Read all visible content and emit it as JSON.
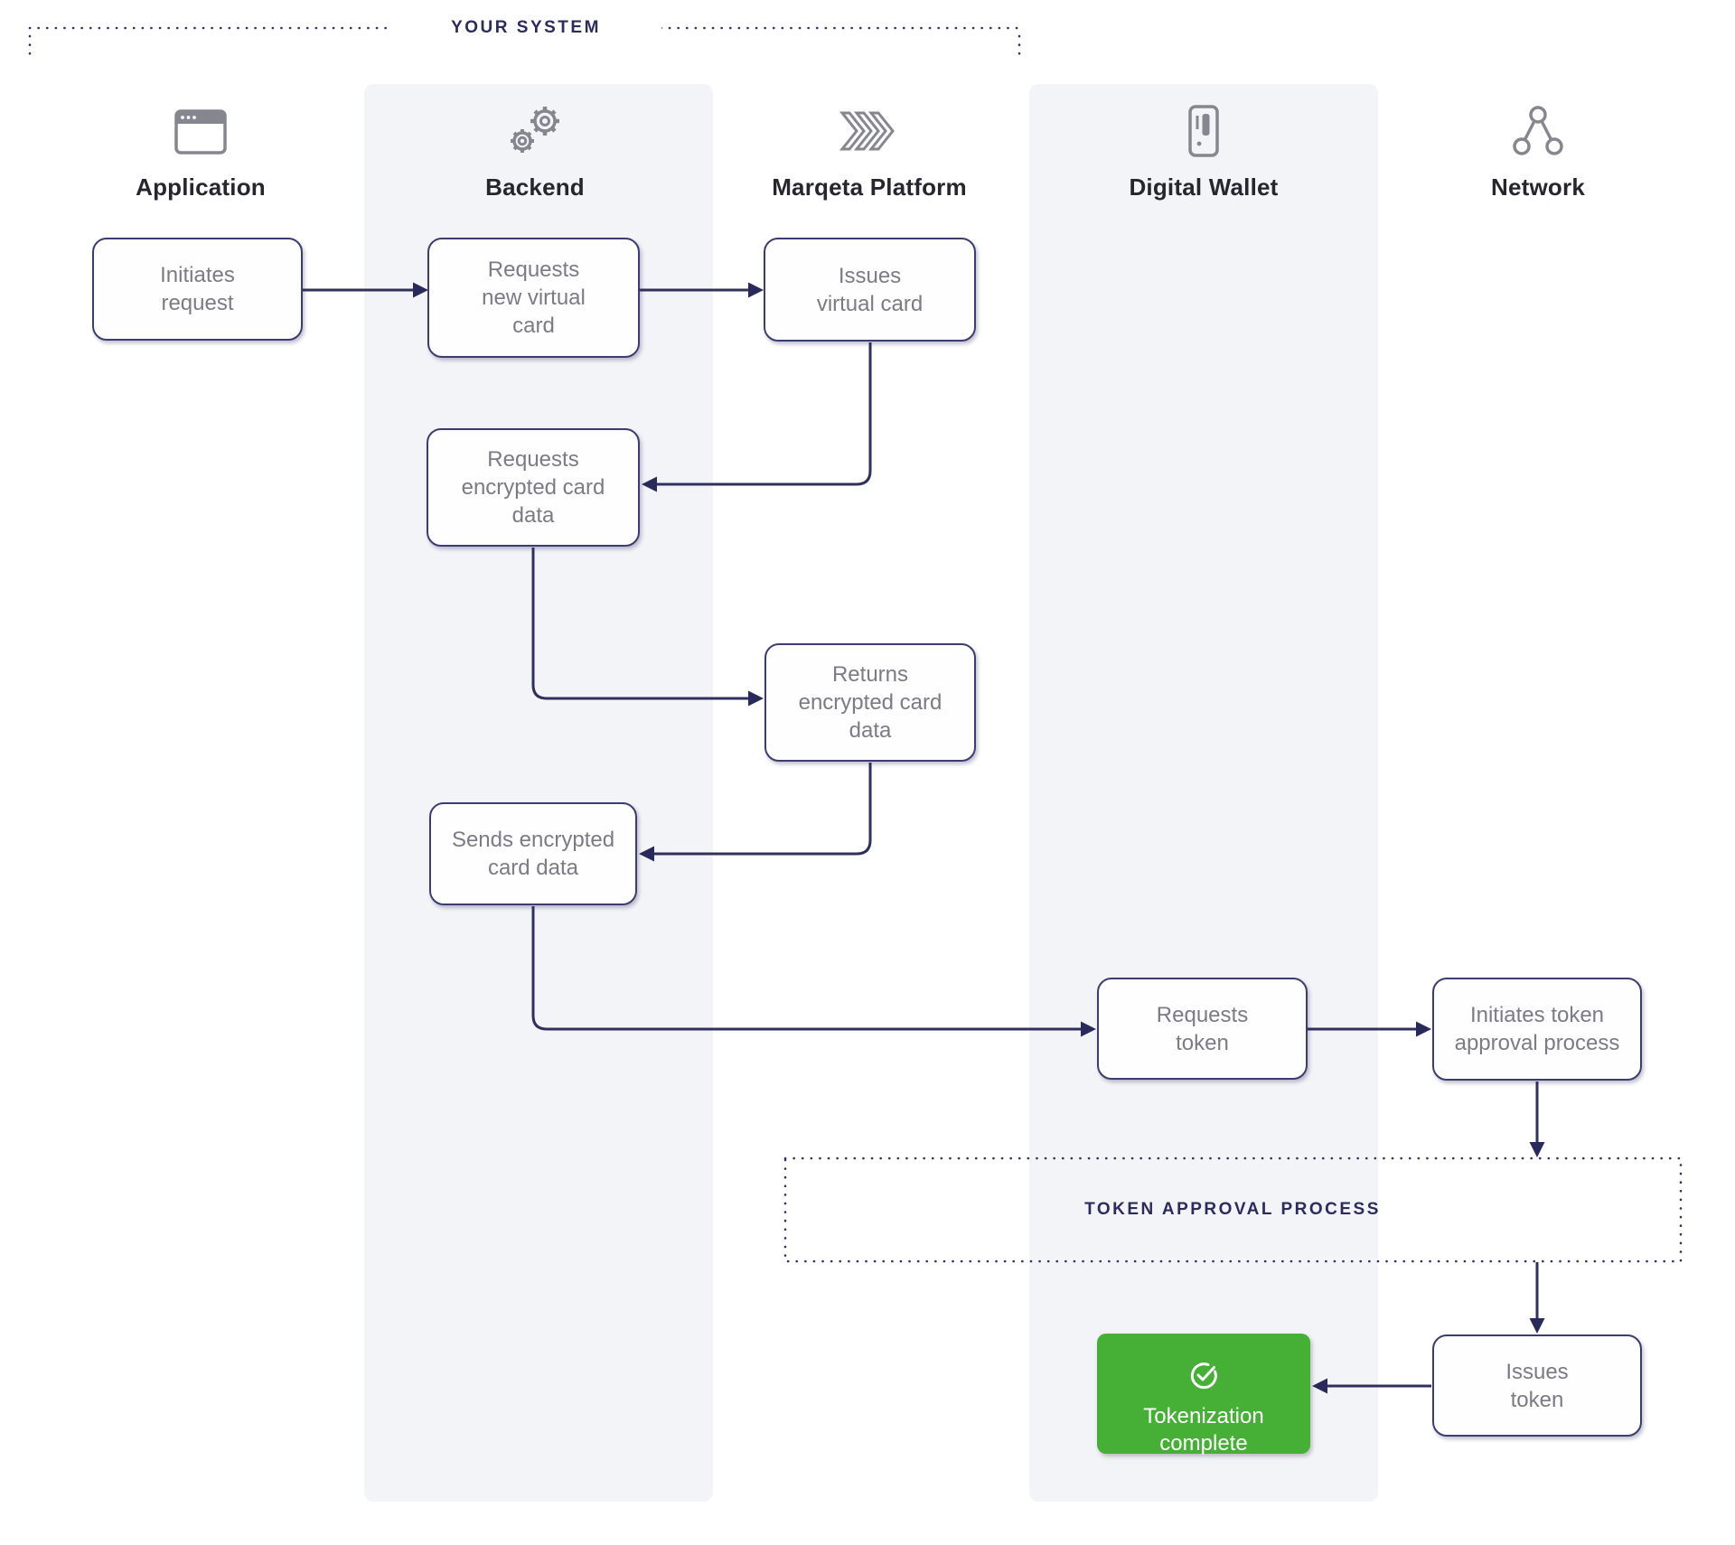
{
  "group_labels": {
    "your_system": "YOUR SYSTEM",
    "token_approval": "TOKEN APPROVAL PROCESS"
  },
  "columns": [
    {
      "id": "application",
      "label": "Application",
      "icon": "app-window-icon"
    },
    {
      "id": "backend",
      "label": "Backend",
      "icon": "gears-icon"
    },
    {
      "id": "marqeta",
      "label": "Marqeta Platform",
      "icon": "chevrons-icon"
    },
    {
      "id": "digital-wallet",
      "label": "Digital Wallet",
      "icon": "smartphone-icon"
    },
    {
      "id": "network",
      "label": "Network",
      "icon": "network-nodes-icon"
    }
  ],
  "nodes": {
    "initiates_request": {
      "column": "Application",
      "label": "Initiates\nrequest"
    },
    "requests_new_card": {
      "column": "Backend",
      "label": "Requests\nnew virtual\ncard"
    },
    "issues_virtual_card": {
      "column": "Marqeta Platform",
      "label": "Issues\nvirtual card"
    },
    "requests_enc_data": {
      "column": "Backend",
      "label": "Requests\nencrypted card\ndata"
    },
    "returns_enc_data": {
      "column": "Marqeta Platform",
      "label": "Returns\nencrypted card\ndata"
    },
    "sends_enc_data": {
      "column": "Backend",
      "label": "Sends encrypted\ncard data"
    },
    "requests_token": {
      "column": "Digital Wallet",
      "label": "Requests\ntoken"
    },
    "initiates_approval": {
      "column": "Network",
      "label": "Initiates token\napproval process"
    },
    "issues_token": {
      "column": "Network",
      "label": "Issues\ntoken"
    },
    "tokenization_complete": {
      "column": "Digital Wallet",
      "label": "Tokenization\ncomplete",
      "icon": "check-circle-icon",
      "status": "success"
    }
  },
  "flow": [
    {
      "from": "initiates_request",
      "to": "requests_new_card"
    },
    {
      "from": "requests_new_card",
      "to": "issues_virtual_card"
    },
    {
      "from": "issues_virtual_card",
      "to": "requests_enc_data"
    },
    {
      "from": "requests_enc_data",
      "to": "returns_enc_data"
    },
    {
      "from": "returns_enc_data",
      "to": "sends_enc_data"
    },
    {
      "from": "sends_enc_data",
      "to": "requests_token"
    },
    {
      "from": "requests_token",
      "to": "initiates_approval"
    },
    {
      "from": "initiates_approval",
      "to": "token_approval_process"
    },
    {
      "from": "token_approval_process",
      "to": "issues_token"
    },
    {
      "from": "issues_token",
      "to": "tokenization_complete"
    }
  ],
  "colors": {
    "lane_background": "#f3f4f7",
    "box_border": "#3c3c72",
    "box_text": "#7b7b84",
    "connector": "#30305f",
    "arrowhead": "#29295c",
    "dotted_border": "#33335f",
    "caption_text": "#2b2b5e",
    "column_label_text": "#26262e",
    "icon_gray": "#86868f",
    "success_green": "#45b035",
    "success_text": "#ffffff"
  }
}
